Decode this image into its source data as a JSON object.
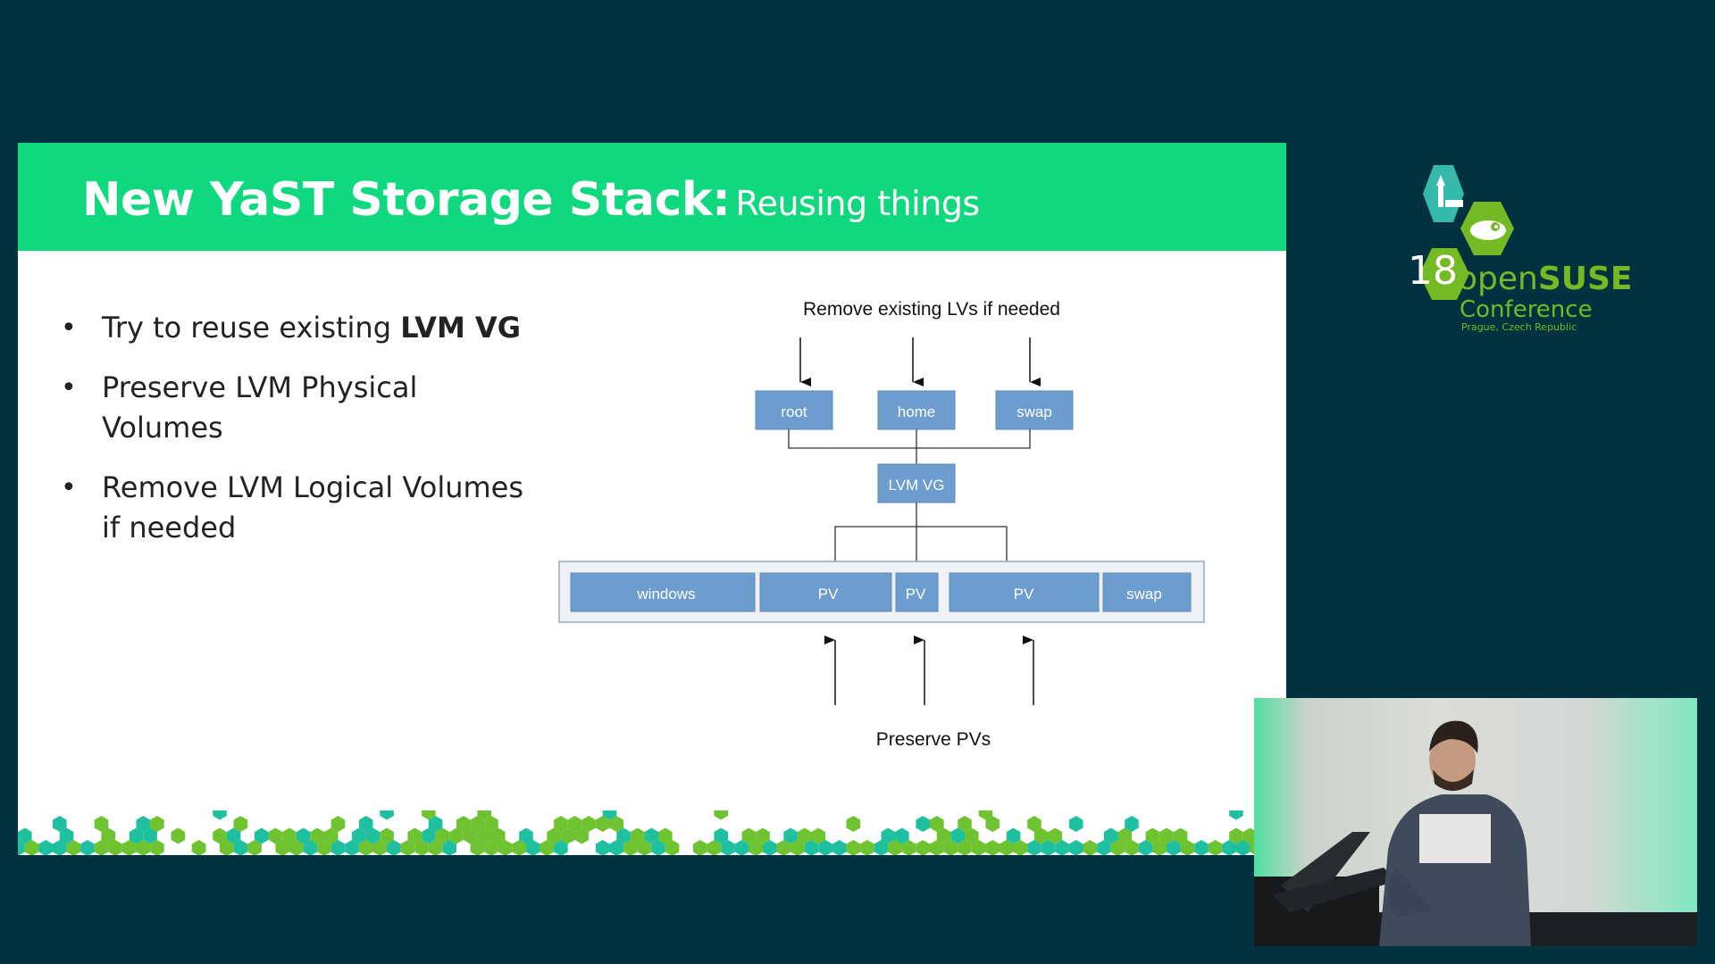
{
  "slide": {
    "title": "New YaST Storage Stack:",
    "subtitle": "Reusing things",
    "bullets": [
      {
        "text": "Try to reuse existing ",
        "bold": "LVM VG"
      },
      {
        "text": "Preserve LVM Physical Volumes"
      },
      {
        "text": "Remove LVM Logical Volumes if needed"
      }
    ]
  },
  "diagram": {
    "top_label": "Remove existing LVs if needed",
    "bottom_label": "Preserve PVs",
    "logical_volumes": [
      "root",
      "home",
      "swap"
    ],
    "volume_group": "LVM VG",
    "partitions": [
      "windows",
      "PV",
      "PV",
      "PV",
      "swap"
    ],
    "colors": {
      "box": "#6c9dce",
      "box_border": "#5a8abb",
      "box_text": "#ffffff",
      "line": "#333333",
      "disk_bg": "#eef2f7",
      "disk_border": "#9aa8b5"
    }
  },
  "logo": {
    "number": "18",
    "brand_light": "open",
    "brand_bold": "SUSE",
    "conference": "Conference",
    "location": "Prague, Czech Republic",
    "colors": {
      "teal": "#35b9ab",
      "green": "#73ba25"
    }
  },
  "theme": {
    "background": "#02323f",
    "header": "#0fd87e",
    "hex_green": "#6fc331",
    "hex_teal": "#1ec0a0"
  }
}
